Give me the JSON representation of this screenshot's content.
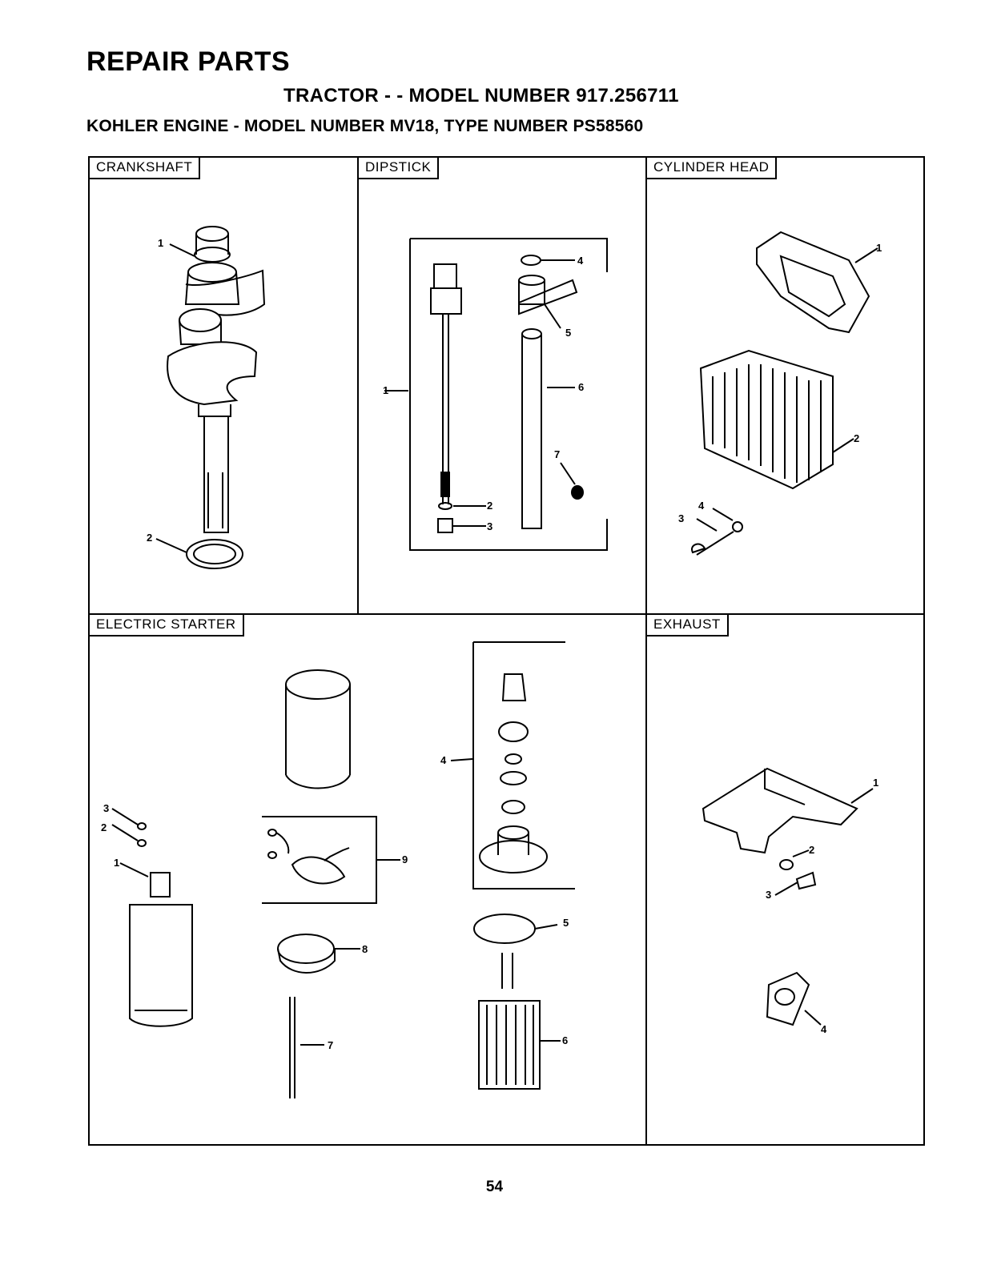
{
  "title": "REPAIR PARTS",
  "subtitle": "TRACTOR - - MODEL NUMBER 917.256711",
  "engine_line": "KOHLER ENGINE - MODEL NUMBER MV18, TYPE NUMBER PS58560",
  "page_number": "54",
  "sections": {
    "crankshaft": {
      "label": "CRANKSHAFT",
      "callouts": [
        "1",
        "2"
      ]
    },
    "dipstick": {
      "label": "DIPSTICK",
      "callouts": [
        "1",
        "2",
        "3",
        "4",
        "5",
        "6",
        "7"
      ]
    },
    "cylinder_head": {
      "label": "CYLINDER HEAD",
      "callouts": [
        "1",
        "2",
        "3",
        "4"
      ]
    },
    "electric_starter": {
      "label": "ELECTRIC STARTER",
      "callouts": [
        "1",
        "2",
        "3",
        "4",
        "5",
        "6",
        "7",
        "8",
        "9"
      ]
    },
    "exhaust": {
      "label": "EXHAUST",
      "callouts": [
        "1",
        "2",
        "3",
        "4"
      ]
    }
  }
}
